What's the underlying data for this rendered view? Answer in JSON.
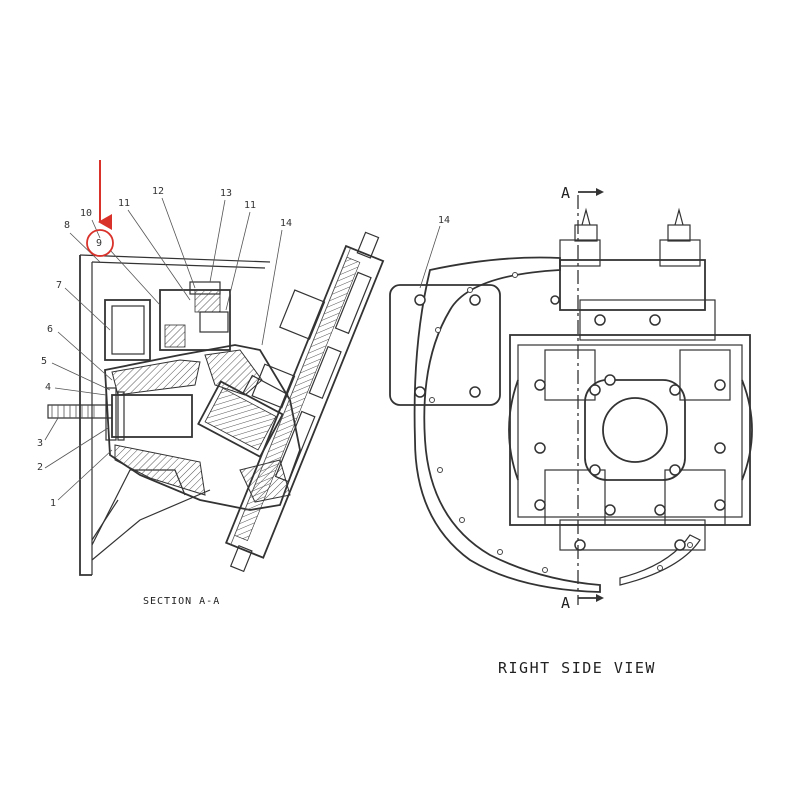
{
  "left_view": {
    "caption": "SECTION A-A",
    "callouts": [
      "1",
      "2",
      "3",
      "4",
      "5",
      "6",
      "7",
      "8",
      "10",
      "9",
      "11",
      "12",
      "13",
      "11",
      "14"
    ]
  },
  "right_view": {
    "caption": "RIGHT SIDE VIEW",
    "section_mark_top": "A",
    "section_mark_bottom": "A",
    "callout": "14"
  },
  "highlight": {
    "color": "#d9322b",
    "target_callout": "9"
  }
}
